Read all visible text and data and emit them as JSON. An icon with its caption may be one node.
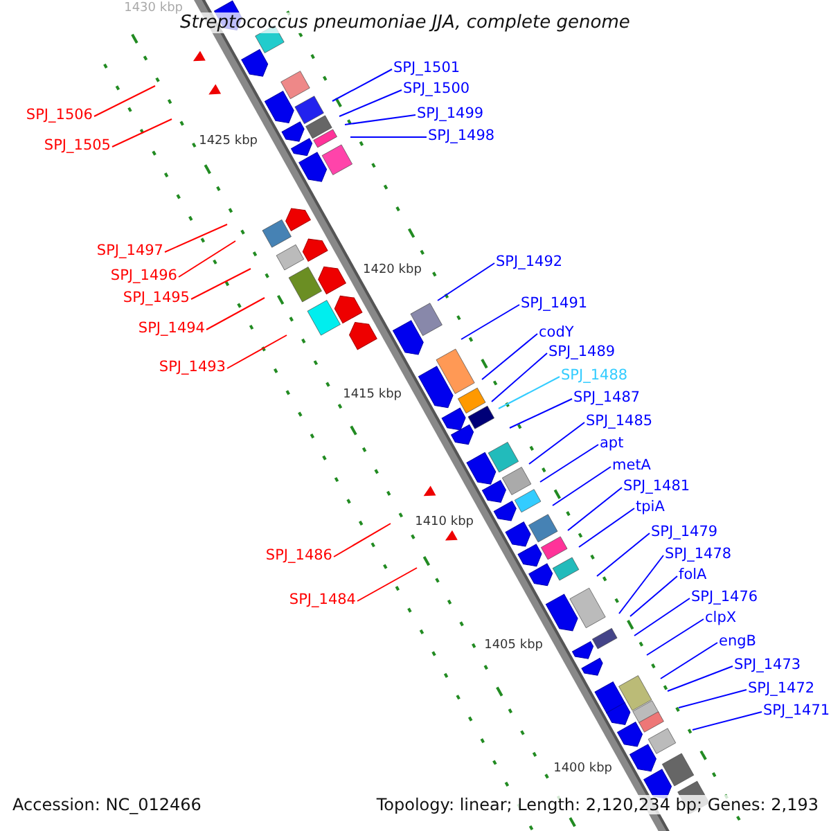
{
  "diagram": {
    "title": "Streptococcus pneumoniae JJA, complete genome",
    "nodes": [
      {
        "text": [
          "SPJ_1501"
        ]
      },
      {
        "text": [
          "SPJ_1500"
        ]
      },
      {
        "text": [
          "SPJ_1499"
        ]
      },
      {
        "text": [
          "SPJ_1506"
        ]
      },
      {
        "text": [
          "SPJ_1498"
        ]
      },
      {
        "text": [
          "SPJ_1505"
        ]
      },
      {
        "text": [
          "SPJ_1497"
        ]
      },
      {
        "text": [
          "SPJ_1492"
        ]
      },
      {
        "text": [
          "SPJ_1496"
        ]
      },
      {
        "text": [
          "SPJ_1495"
        ]
      },
      {
        "text": [
          "SPJ_1491"
        ]
      },
      {
        "text": [
          "SPJ_1494"
        ]
      },
      {
        "text": [
          "codY"
        ]
      },
      {
        "text": [
          "SPJ_1489"
        ]
      },
      {
        "text": [
          "SPJ_1493"
        ]
      },
      {
        "text": [
          "SPJ_1488"
        ]
      },
      {
        "text": [
          "SPJ_1487"
        ]
      },
      {
        "text": [
          "SPJ_1485"
        ]
      },
      {
        "text": [
          "apt"
        ]
      },
      {
        "text": [
          "metA"
        ]
      },
      {
        "text": [
          "SPJ_1481"
        ]
      },
      {
        "text": [
          "tpiA"
        ]
      },
      {
        "text": [
          "SPJ_1479"
        ]
      },
      {
        "text": [
          "SPJ_1478"
        ]
      },
      {
        "text": [
          "SPJ_1486"
        ]
      },
      {
        "text": [
          "folA"
        ]
      },
      {
        "text": [
          "SPJ_1476"
        ]
      },
      {
        "text": [
          "SPJ_1484"
        ]
      },
      {
        "text": [
          "clpX"
        ]
      },
      {
        "text": [
          "engB"
        ]
      },
      {
        "text": [
          "SPJ_1473"
        ]
      },
      {
        "text": [
          "SPJ_1472"
        ]
      },
      {
        "text": [
          "SPJ_1471"
        ]
      }
    ],
    "edges": [
      {
        "from": 0,
        "to": null,
        "arrow": "none"
      },
      {
        "from": 1,
        "to": null,
        "arrow": "none"
      },
      {
        "from": 2,
        "to": null,
        "arrow": "none"
      },
      {
        "from": 3,
        "to": null,
        "arrow": "none",
        "color": "#ff0000"
      },
      {
        "from": 4,
        "to": null,
        "arrow": "none"
      },
      {
        "from": 5,
        "to": null,
        "arrow": "none",
        "color": "#ff0000"
      },
      {
        "from": 6,
        "to": null,
        "arrow": "none",
        "color": "#ff0000"
      },
      {
        "from": 7,
        "to": null,
        "arrow": "none"
      },
      {
        "from": 8,
        "to": null,
        "arrow": "none",
        "color": "#ff0000"
      },
      {
        "from": 9,
        "to": null,
        "arrow": "none",
        "color": "#ff0000"
      },
      {
        "from": 10,
        "to": null,
        "arrow": "none"
      },
      {
        "from": 11,
        "to": null,
        "arrow": "none",
        "color": "#ff0000"
      },
      {
        "from": 12,
        "to": null,
        "arrow": "none"
      },
      {
        "from": 13,
        "to": null,
        "arrow": "none"
      },
      {
        "from": 14,
        "to": null,
        "arrow": "none",
        "color": "#ff0000"
      },
      {
        "from": 15,
        "to": null,
        "arrow": "none",
        "color": "#33ccff"
      },
      {
        "from": 16,
        "to": null,
        "arrow": "none"
      },
      {
        "from": 17,
        "to": null,
        "arrow": "none"
      },
      {
        "from": 18,
        "to": null,
        "arrow": "none"
      },
      {
        "from": 19,
        "to": null,
        "arrow": "none"
      },
      {
        "from": 20,
        "to": null,
        "arrow": "none"
      },
      {
        "from": 21,
        "to": null,
        "arrow": "none"
      },
      {
        "from": 22,
        "to": null,
        "arrow": "none"
      },
      {
        "from": 23,
        "to": null,
        "arrow": "none"
      },
      {
        "from": 24,
        "to": null,
        "arrow": "none",
        "color": "#ff0000"
      },
      {
        "from": 25,
        "to": null,
        "arrow": "none"
      },
      {
        "from": 26,
        "to": null,
        "arrow": "none"
      },
      {
        "from": 27,
        "to": null,
        "arrow": "none",
        "color": "#ff0000"
      },
      {
        "from": 28,
        "to": null,
        "arrow": "none"
      },
      {
        "from": 29,
        "to": null,
        "arrow": "none"
      },
      {
        "from": 30,
        "to": null,
        "arrow": "none"
      },
      {
        "from": 31,
        "to": null,
        "arrow": "none"
      },
      {
        "from": 32,
        "to": null,
        "arrow": "none"
      }
    ],
    "labels": [
      "1430 kbp",
      "1425 kbp",
      "1420 kbp",
      "1415 kbp",
      "1410 kbp",
      "1405 kbp",
      "1400 kbp",
      "Accession: NC_012466",
      "Topology: linear; Length: 2,120,234 bp; Genes: 2,193"
    ]
  }
}
